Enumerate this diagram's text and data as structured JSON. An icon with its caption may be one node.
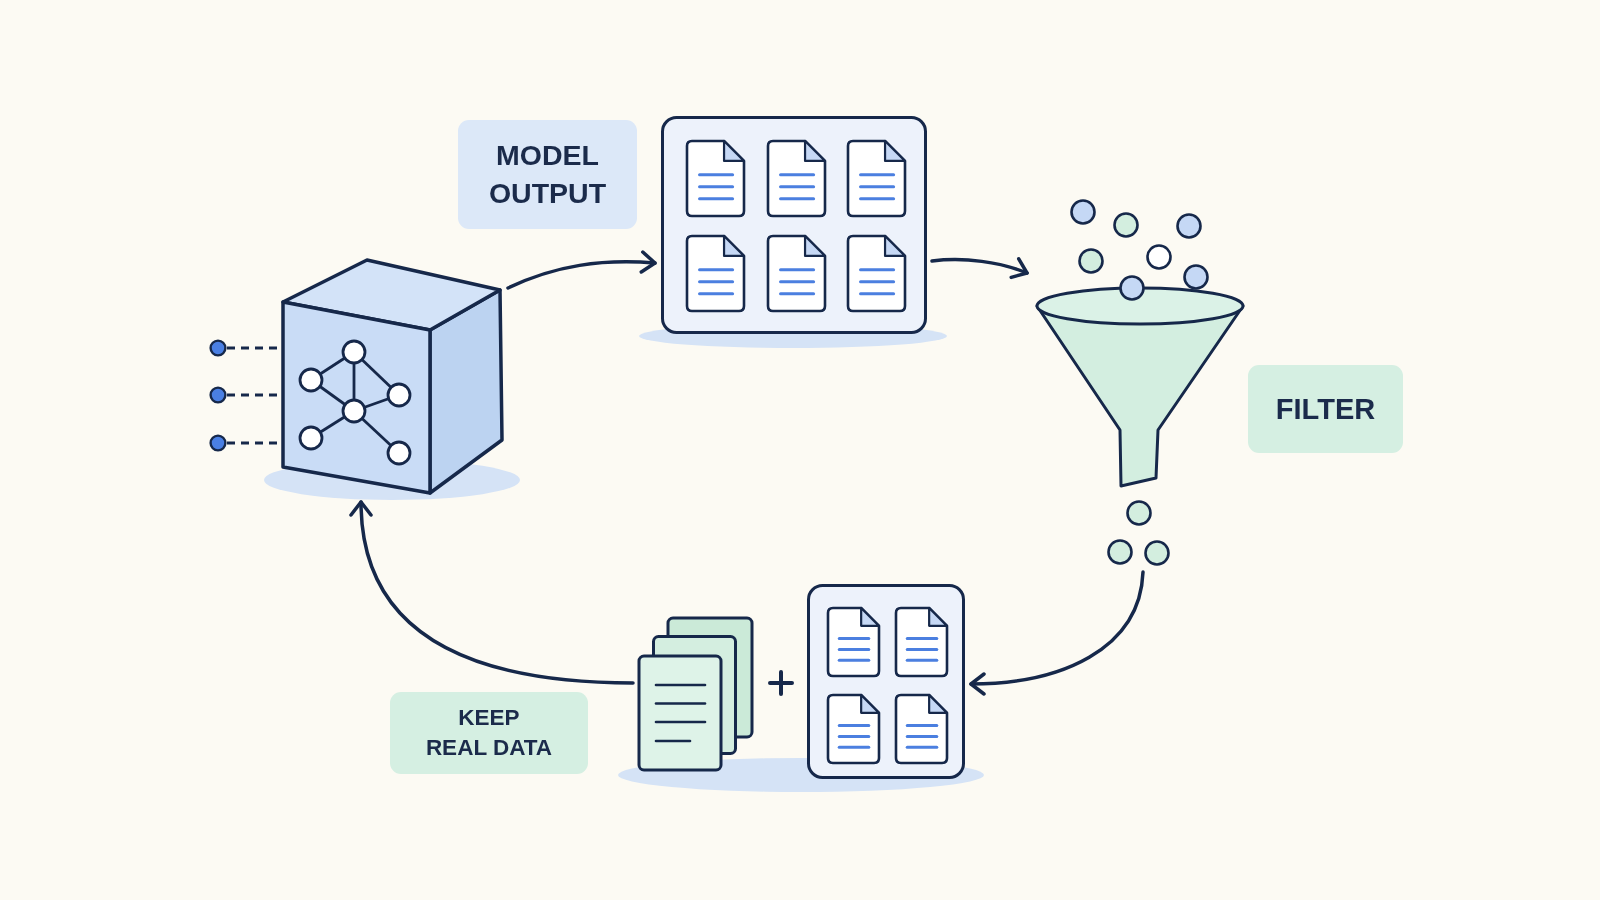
{
  "diagram": {
    "nodes": [
      {
        "text": [],
        "shape": "circle"
      },
      {
        "text": [],
        "shape": "circle"
      },
      {
        "text": [],
        "shape": "circle"
      },
      {
        "text": [],
        "shape": "cube"
      },
      {
        "text": [
          "MODEL OUTPUT"
        ]
      },
      {
        "text": [],
        "shape": "box"
      },
      {
        "text": [],
        "shape": "funnel"
      },
      {
        "text": [
          "FILTER"
        ]
      },
      {
        "text": [],
        "shape": "document"
      },
      {
        "text": [],
        "shape": "box"
      },
      {
        "text": [
          "KEEP REAL DATA"
        ]
      }
    ],
    "edges": [
      {
        "from": 0,
        "to": 3,
        "arrow": "none",
        "style": "dashed"
      },
      {
        "from": 1,
        "to": 3,
        "arrow": "none",
        "style": "dashed"
      },
      {
        "from": 2,
        "to": 3,
        "arrow": "none",
        "style": "dashed"
      },
      {
        "from": 3,
        "to": 5,
        "arrow": "to"
      },
      {
        "from": 5,
        "to": 6,
        "arrow": "to"
      },
      {
        "from": 6,
        "to": 9,
        "arrow": "to"
      },
      {
        "from": 8,
        "to": 3,
        "arrow": "to"
      }
    ]
  }
}
